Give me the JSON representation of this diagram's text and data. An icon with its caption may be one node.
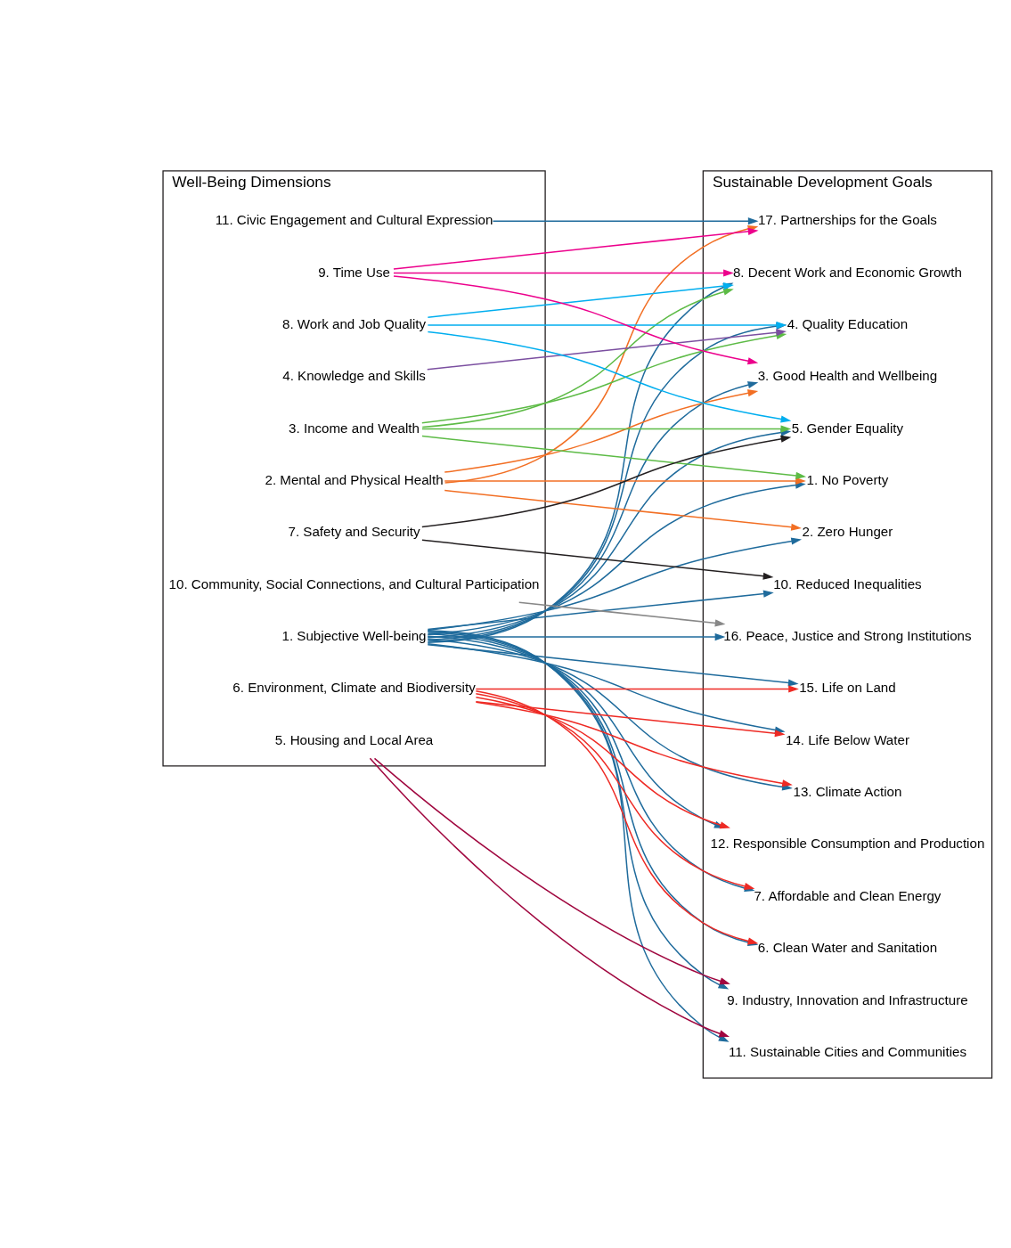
{
  "diagram": {
    "nodes": [
      {
        "text": [
          "Well-Being Dimensions"
        ]
      },
      {
        "text": [
          "1. Subjective Well-being"
        ],
        "in": 0
      },
      {
        "text": [
          "2. Mental and Physical Health"
        ],
        "in": 0
      },
      {
        "text": [
          "3. Income and Wealth"
        ],
        "in": 0
      },
      {
        "text": [
          "4. Knowledge and Skills"
        ],
        "in": 0
      },
      {
        "text": [
          "5. Housing and Local Area"
        ],
        "in": 0
      },
      {
        "text": [
          "6. Environment, Climate and Biodiversity"
        ],
        "in": 0
      },
      {
        "text": [
          "7. Safety and Security"
        ],
        "in": 0
      },
      {
        "text": [
          "8. Work and Job Quality"
        ],
        "in": 0
      },
      {
        "text": [
          "9. Time Use"
        ],
        "in": 0
      },
      {
        "text": [
          "10. Community, Social Connections, and Cultural Participation"
        ],
        "in": 0
      },
      {
        "text": [
          "11. Civic Engagement and Cultural Expression"
        ],
        "in": 0
      },
      {
        "text": [
          "Sustainable Development Goals"
        ]
      },
      {
        "text": [
          "1. No Poverty"
        ],
        "in": 12
      },
      {
        "text": [
          "2. Zero Hunger"
        ],
        "in": 12
      },
      {
        "text": [
          "3. Good Health and Wellbeing"
        ],
        "in": 12
      },
      {
        "text": [
          "4. Quality Education"
        ],
        "in": 12
      },
      {
        "text": [
          "5. Gender Equality"
        ],
        "in": 12
      },
      {
        "text": [
          "6. Clean Water and Sanitation"
        ],
        "in": 12
      },
      {
        "text": [
          "7. Affordable and Clean Energy"
        ],
        "in": 12
      },
      {
        "text": [
          "8. Decent Work and Economic Growth"
        ],
        "in": 12
      },
      {
        "text": [
          "9. Industry, Innovation and Infrastructure"
        ],
        "in": 12
      },
      {
        "text": [
          "10. Reduced Inequalities"
        ],
        "in": 12
      },
      {
        "text": [
          "11. Sustainable Cities and Communities"
        ],
        "in": 12
      },
      {
        "text": [
          "12. Responsible Consumption and Production"
        ],
        "in": 12
      },
      {
        "text": [
          "13. Climate Action"
        ],
        "in": 12
      },
      {
        "text": [
          "14. Life Below Water"
        ],
        "in": 12
      },
      {
        "text": [
          "15. Life on Land"
        ],
        "in": 12
      },
      {
        "text": [
          "16. Peace, Justice and Strong Institutions"
        ],
        "in": 12
      },
      {
        "text": [
          "17. Partnerships for the Goals"
        ],
        "in": 12
      }
    ],
    "edges": [
      {
        "from": 1,
        "to": 13,
        "arrow": "to"
      },
      {
        "from": 1,
        "to": 14,
        "arrow": "to"
      },
      {
        "from": 1,
        "to": 15,
        "arrow": "to"
      },
      {
        "from": 1,
        "to": 16,
        "arrow": "to"
      },
      {
        "from": 1,
        "to": 17,
        "arrow": "to"
      },
      {
        "from": 1,
        "to": 18,
        "arrow": "to"
      },
      {
        "from": 1,
        "to": 19,
        "arrow": "to"
      },
      {
        "from": 1,
        "to": 20,
        "arrow": "to"
      },
      {
        "from": 1,
        "to": 21,
        "arrow": "to"
      },
      {
        "from": 1,
        "to": 22,
        "arrow": "to"
      },
      {
        "from": 1,
        "to": 23,
        "arrow": "to"
      },
      {
        "from": 1,
        "to": 24,
        "arrow": "to"
      },
      {
        "from": 1,
        "to": 25,
        "arrow": "to"
      },
      {
        "from": 1,
        "to": 26,
        "arrow": "to"
      },
      {
        "from": 1,
        "to": 27,
        "arrow": "to"
      },
      {
        "from": 1,
        "to": 28,
        "arrow": "to"
      },
      {
        "from": 2,
        "to": 13,
        "arrow": "to",
        "color": "#f26f24"
      },
      {
        "from": 2,
        "to": 14,
        "arrow": "to",
        "color": "#f26f24"
      },
      {
        "from": 2,
        "to": 15,
        "arrow": "to",
        "color": "#f26f24"
      },
      {
        "from": 2,
        "to": 29,
        "arrow": "to",
        "color": "#f26f24"
      },
      {
        "from": 3,
        "to": 13,
        "arrow": "to",
        "color": "#5dbb46"
      },
      {
        "from": 3,
        "to": 16,
        "arrow": "to",
        "color": "#5dbb46"
      },
      {
        "from": 3,
        "to": 17,
        "arrow": "to",
        "color": "#5dbb46"
      },
      {
        "from": 3,
        "to": 20,
        "arrow": "to",
        "color": "#5dbb46"
      },
      {
        "from": 4,
        "to": 16,
        "arrow": "to",
        "color": "#7b4fa0"
      },
      {
        "from": 5,
        "to": 21,
        "arrow": "to",
        "color": "#a0073f"
      },
      {
        "from": 5,
        "to": 23,
        "arrow": "to",
        "color": "#a0073f"
      },
      {
        "from": 6,
        "to": 18,
        "arrow": "to",
        "color": "#ee2a24"
      },
      {
        "from": 6,
        "to": 19,
        "arrow": "to",
        "color": "#ee2a24"
      },
      {
        "from": 6,
        "to": 24,
        "arrow": "to",
        "color": "#ee2a24"
      },
      {
        "from": 6,
        "to": 25,
        "arrow": "to",
        "color": "#ee2a24"
      },
      {
        "from": 6,
        "to": 26,
        "arrow": "to",
        "color": "#ee2a24"
      },
      {
        "from": 6,
        "to": 27,
        "arrow": "to",
        "color": "#ee2a24"
      },
      {
        "from": 7,
        "to": 17,
        "arrow": "to",
        "color": "#231f20"
      },
      {
        "from": 7,
        "to": 22,
        "arrow": "to",
        "color": "#231f20"
      },
      {
        "from": 8,
        "to": 16,
        "arrow": "to",
        "color": "#00aeef"
      },
      {
        "from": 8,
        "to": 17,
        "arrow": "to",
        "color": "#00aeef"
      },
      {
        "from": 8,
        "to": 20,
        "arrow": "to",
        "color": "#00aeef"
      },
      {
        "from": 9,
        "to": 15,
        "arrow": "to",
        "color": "#ec008c"
      },
      {
        "from": 9,
        "to": 20,
        "arrow": "to",
        "color": "#ec008c"
      },
      {
        "from": 9,
        "to": 29,
        "arrow": "to",
        "color": "#ec008c"
      },
      {
        "from": 10,
        "to": 28,
        "arrow": "to",
        "color": "#888888"
      },
      {
        "from": 11,
        "to": 29,
        "arrow": "to"
      }
    ]
  }
}
